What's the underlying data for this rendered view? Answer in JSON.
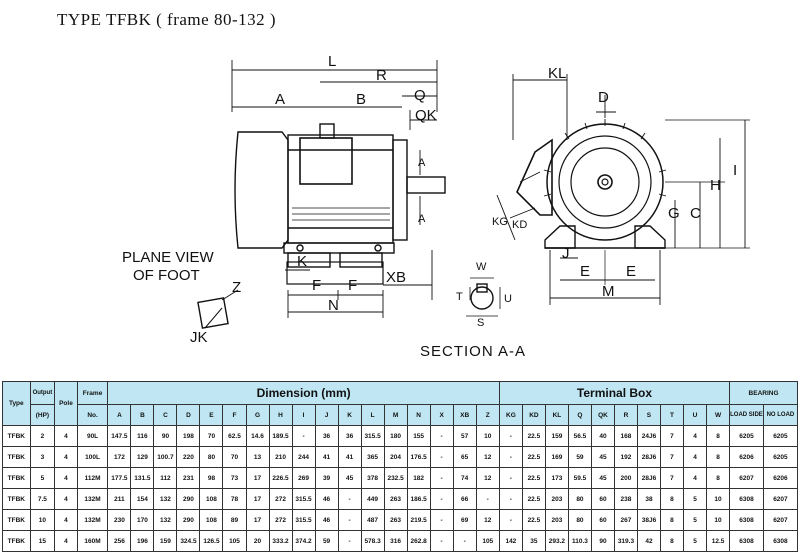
{
  "title": "TYPE TFBK  ( frame 80-132 )",
  "drawing": {
    "labels": {
      "L": "L",
      "A": "A",
      "B": "B",
      "R": "R",
      "Q": "Q",
      "QK": "QK",
      "A_side": "A",
      "A_low": "A",
      "K": "K",
      "F1": "F",
      "F2": "F",
      "XB": "XB",
      "N": "N",
      "plane1": "PLANE VIEW",
      "plane2": "OF FOOT",
      "Z": "Z",
      "JK": "JK",
      "KL": "KL",
      "D": "D",
      "I": "I",
      "H": "H",
      "C": "C",
      "G": "G",
      "KG": "KG",
      "KD": "KD",
      "J": "J",
      "E1": "E",
      "E2": "E",
      "M": "M",
      "W": "W",
      "T": "T",
      "U": "U",
      "S": "S",
      "section": "SECTION A-A"
    }
  },
  "table": {
    "type_label": "Type",
    "output_label": "Output",
    "hp_label": "(HP)",
    "pole_label": "Pole",
    "frame_label": "Frame",
    "no_label": "No.",
    "dimension_group": "Dimension (mm)",
    "terminal_group": "Terminal Box",
    "bearing_group": "BEARING",
    "dimension_cols": [
      "A",
      "B",
      "C",
      "D",
      "E",
      "F",
      "G",
      "H",
      "I",
      "J",
      "K",
      "L",
      "M",
      "N",
      "X",
      "XB",
      "Z"
    ],
    "terminal_cols": [
      "KG",
      "KD",
      "KL",
      "Q",
      "QK",
      "R",
      "S",
      "T",
      "U",
      "W"
    ],
    "bearing_cols": [
      "LOAD SIDE",
      "NO LOAD"
    ],
    "rows": [
      [
        "TFBK",
        "2",
        "4",
        "90L",
        "147.5",
        "116",
        "90",
        "198",
        "70",
        "62.5",
        "14.6",
        "189.5",
        "-",
        "36",
        "36",
        "315.5",
        "180",
        "155",
        "-",
        "57",
        "10",
        "-",
        "22.5",
        "159",
        "56.5",
        "40",
        "168",
        "24J6",
        "7",
        "4",
        "8",
        "6205",
        "6205"
      ],
      [
        "TFBK",
        "3",
        "4",
        "100L",
        "172",
        "129",
        "100.7",
        "220",
        "80",
        "70",
        "13",
        "210",
        "244",
        "41",
        "41",
        "365",
        "204",
        "176.5",
        "-",
        "65",
        "12",
        "-",
        "22.5",
        "169",
        "59",
        "45",
        "192",
        "28J6",
        "7",
        "4",
        "8",
        "6206",
        "6205"
      ],
      [
        "TFBK",
        "5",
        "4",
        "112M",
        "177.5",
        "131.5",
        "112",
        "231",
        "98",
        "73",
        "17",
        "226.5",
        "269",
        "39",
        "45",
        "378",
        "232.5",
        "182",
        "-",
        "74",
        "12",
        "-",
        "22.5",
        "173",
        "59.5",
        "45",
        "200",
        "28J6",
        "7",
        "4",
        "8",
        "6207",
        "6206"
      ],
      [
        "TFBK",
        "7.5",
        "4",
        "132M",
        "211",
        "154",
        "132",
        "290",
        "108",
        "78",
        "17",
        "272",
        "315.5",
        "46",
        "-",
        "449",
        "263",
        "186.5",
        "-",
        "66",
        "-",
        "-",
        "22.5",
        "203",
        "80",
        "60",
        "238",
        "38",
        "8",
        "5",
        "10",
        "6308",
        "6207"
      ],
      [
        "TFBK",
        "10",
        "4",
        "132M",
        "230",
        "170",
        "132",
        "290",
        "108",
        "89",
        "17",
        "272",
        "315.5",
        "46",
        "-",
        "487",
        "263",
        "219.5",
        "-",
        "69",
        "12",
        "-",
        "22.5",
        "203",
        "80",
        "60",
        "267",
        "38J6",
        "8",
        "5",
        "10",
        "6308",
        "6207"
      ],
      [
        "TFBK",
        "15",
        "4",
        "160M",
        "256",
        "196",
        "159",
        "324.5",
        "126.5",
        "105",
        "20",
        "333.2",
        "374.2",
        "59",
        "-",
        "578.3",
        "316",
        "262.8",
        "-",
        "-",
        "105",
        "142",
        "35",
        "293.2",
        "110.3",
        "90",
        "319.3",
        "42",
        "8",
        "5",
        "12.5",
        "6308",
        "6308"
      ]
    ]
  }
}
